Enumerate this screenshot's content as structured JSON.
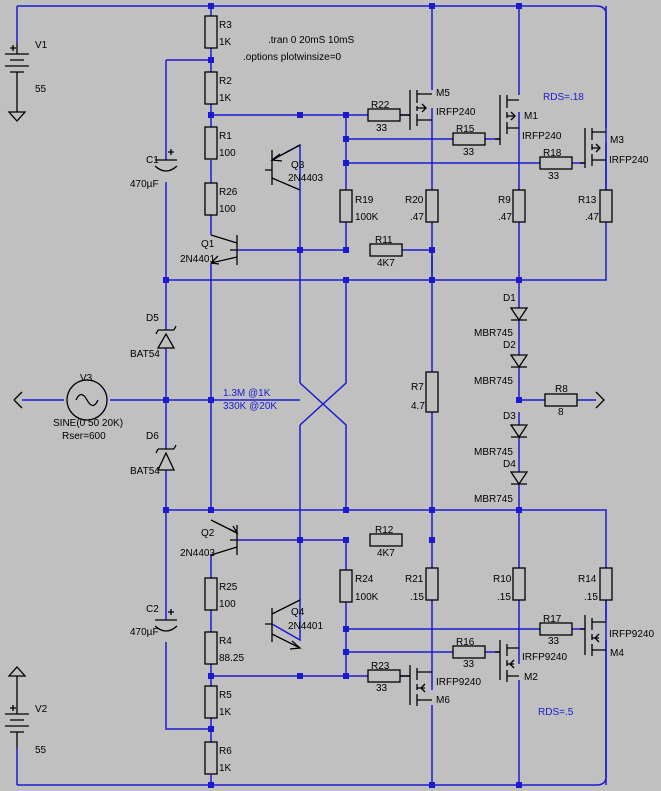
{
  "directives": {
    "tran": ".tran 0 20mS 10mS",
    "options": ".options plotwinsize=0"
  },
  "notes": {
    "m1_rds": "RDS=.18",
    "m4_rds": "RDS=.5",
    "impedance_1": "1.3M @1K",
    "impedance_2": "330K @20K"
  },
  "components": {
    "V1": {
      "name": "V1",
      "value": "55"
    },
    "V2": {
      "name": "V2",
      "value": "55"
    },
    "V3": {
      "name": "V3",
      "value": "SINE(0 50 20K)",
      "extra": "Rser=600"
    },
    "C1": {
      "name": "C1",
      "value": "470µF"
    },
    "C2": {
      "name": "C2",
      "value": "470µF"
    },
    "D5": {
      "name": "D5",
      "value": "BAT54"
    },
    "D6": {
      "name": "D6",
      "value": "BAT54"
    },
    "R3": {
      "name": "R3",
      "value": "1K"
    },
    "R2": {
      "name": "R2",
      "value": "1K"
    },
    "R1": {
      "name": "R1",
      "value": "100"
    },
    "R26": {
      "name": "R26",
      "value": "100"
    },
    "R25": {
      "name": "R25",
      "value": "100"
    },
    "R4": {
      "name": "R4",
      "value": "88.25"
    },
    "R5": {
      "name": "R5",
      "value": "1K"
    },
    "R6": {
      "name": "R6",
      "value": "1K"
    },
    "Q1": {
      "name": "Q1",
      "value": "2N4401"
    },
    "Q2": {
      "name": "Q2",
      "value": "2N4403"
    },
    "Q3": {
      "name": "Q3",
      "value": "2N4403"
    },
    "Q4": {
      "name": "Q4",
      "value": "2N4401"
    },
    "R22": {
      "name": "R22",
      "value": "33"
    },
    "R15": {
      "name": "R15",
      "value": "33"
    },
    "R18": {
      "name": "R18",
      "value": "33"
    },
    "R23": {
      "name": "R23",
      "value": "33"
    },
    "R16": {
      "name": "R16",
      "value": "33"
    },
    "R17": {
      "name": "R17",
      "value": "33"
    },
    "R19": {
      "name": "R19",
      "value": "100K"
    },
    "R24": {
      "name": "R24",
      "value": "100K"
    },
    "R11": {
      "name": "R11",
      "value": "4K7"
    },
    "R12": {
      "name": "R12",
      "value": "4K7"
    },
    "R20": {
      "name": "R20",
      "value": ".47"
    },
    "R9": {
      "name": "R9",
      "value": ".47"
    },
    "R13": {
      "name": "R13",
      "value": ".47"
    },
    "R21": {
      "name": "R21",
      "value": ".15"
    },
    "R10": {
      "name": "R10",
      "value": ".15"
    },
    "R14": {
      "name": "R14",
      "value": ".15"
    },
    "R7": {
      "name": "R7",
      "value": "4.7"
    },
    "R8": {
      "name": "R8",
      "value": "8"
    },
    "M5": {
      "name": "M5",
      "value": "IRFP240"
    },
    "M1": {
      "name": "M1",
      "value": "IRFP240"
    },
    "M3": {
      "name": "M3",
      "value": "IRFP240"
    },
    "M6": {
      "name": "M6",
      "value": "IRFP9240"
    },
    "M2": {
      "name": "M2",
      "value": "IRFP9240"
    },
    "M4": {
      "name": "M4",
      "value": "IRFP9240"
    },
    "D1": {
      "name": "D1",
      "value": "MBR745"
    },
    "D2": {
      "name": "D2",
      "value": "MBR745"
    },
    "D3": {
      "name": "D3",
      "value": "MBR745"
    },
    "D4": {
      "name": "D4",
      "value": "MBR745"
    }
  }
}
